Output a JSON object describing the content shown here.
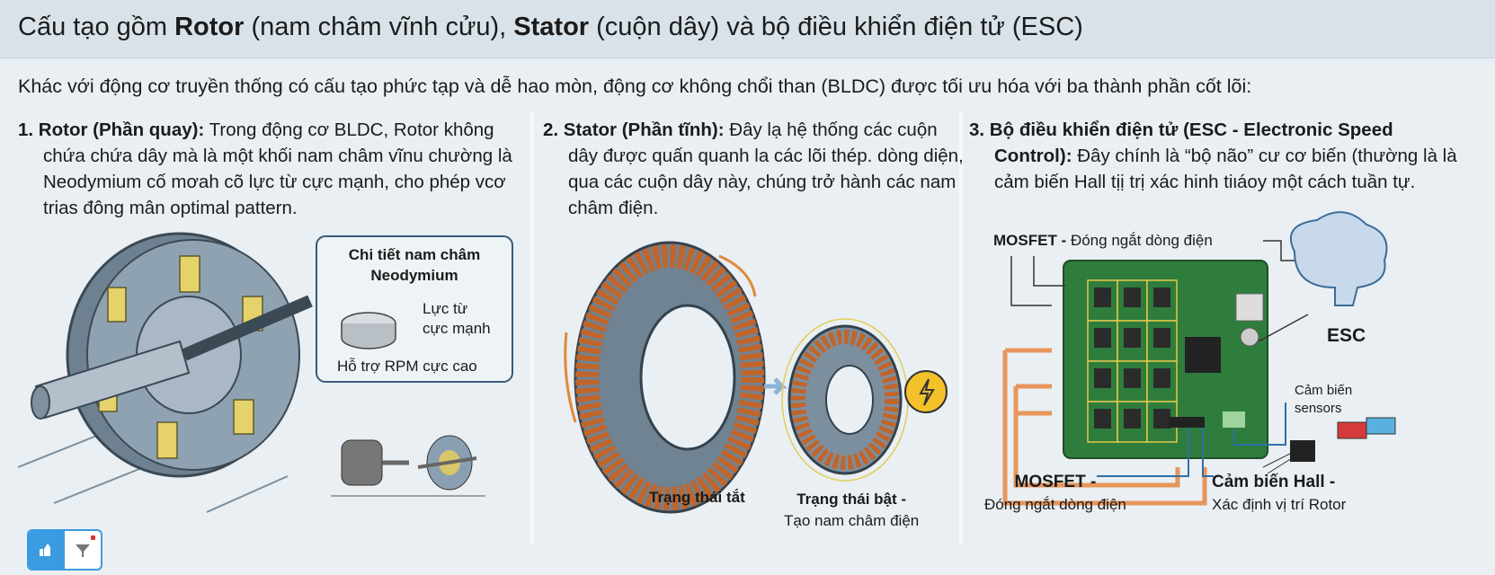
{
  "header": {
    "title_pre": "Cấu tạo gồm ",
    "rotor": "Rotor",
    "title_mid1": " (nam châm vĩnh cửu), ",
    "stator": "Stator",
    "title_mid2": " (cuộn dây) và bộ điều khiển điện tử (ESC)"
  },
  "intro": "Khác với động cơ truyền thống có cấu tạo phức tạp và dễ hao mòn, động cơ không chổi than (BLDC) được tối ưu hóa với ba thành phần cốt lõi:",
  "sections": [
    {
      "heading": "1. Rotor (Phần quay):",
      "body": "Trong động cơ BLDC, Rotor không chứa chứa dây mà là một khối nam châm vĩnu chường là Neodymium cố mơah cõ lực từ cực mạnh, cho phép vcơ trias đông mân optimal pattern."
    },
    {
      "heading": "2. Stator (Phần tĩnh):",
      "body": "Đây lạ hệ thống các cuộn dây được quấn quanh la các lõi thép. dòng diện, qua các cuộn dây này, chúng trở hành các nam châm điện."
    },
    {
      "heading": "3. Bộ điều khiển điện tử (ESC - Electronic Speed Control):",
      "body": "Đây chính là “bộ não” cư cơ biến (thường là là cảm biến Hall tịị trị xác hinh tiιáoy một cách tuần tự."
    }
  ],
  "rotor_callout": {
    "title1": "Chi tiết nam châm",
    "title2": "Neodymium",
    "force1": "Lực từ",
    "force2": "cực mạnh",
    "rpm": "Hỗ trợ RPM cực cao"
  },
  "stator_labels": {
    "off": "Trạng thái tắt",
    "on1": "Trạng thái bật -",
    "on2": "Tạo nam châm điện"
  },
  "esc_labels": {
    "mosfet_top_bold": "MOSFET -",
    "mosfet_top": "Đóng ngắt dòng điện",
    "esc": "ESC",
    "sensor1": "Cảm biến",
    "sensor2": "sensors",
    "mosfet_bottom_bold": "MOSFET -",
    "mosfet_bottom": "Đóng ngắt dòng điện",
    "hall_bold": "Cảm biến Hall -",
    "hall": "Xác định vị trí Rotor"
  },
  "toolbar": {
    "like": "thumbs-up-icon",
    "filter": "filter-icon"
  },
  "colors": {
    "accent": "#3b9be0",
    "copper": "#c0652b",
    "pcb": "#2f7d3c",
    "arrow_orange": "#e8955a",
    "bolt": "#f3c12a"
  }
}
